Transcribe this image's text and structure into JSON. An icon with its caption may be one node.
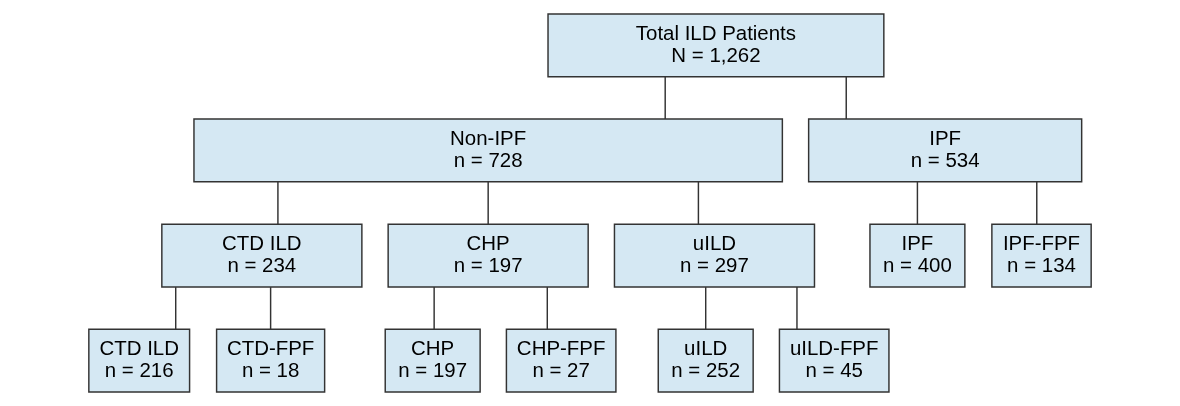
{
  "diagram": {
    "nodes": [
      {
        "text": [
          "Total ILD Patients",
          "N = 1,262"
        ]
      },
      {
        "text": [
          "Non-IPF",
          "n = 728"
        ]
      },
      {
        "text": [
          "IPF",
          "n = 534"
        ]
      },
      {
        "text": [
          "CTD ILD",
          "n = 234"
        ]
      },
      {
        "text": [
          "CHP",
          "n = 197"
        ]
      },
      {
        "text": [
          "uILD",
          "n = 297"
        ]
      },
      {
        "text": [
          "IPF",
          "n = 400"
        ]
      },
      {
        "text": [
          "IPF-FPF",
          "n = 134"
        ]
      },
      {
        "text": [
          "CTD ILD",
          "n = 216"
        ]
      },
      {
        "text": [
          "CTD-FPF",
          "n = 18"
        ]
      },
      {
        "text": [
          "CHP",
          "n = 197"
        ]
      },
      {
        "text": [
          "CHP-FPF",
          "n = 27"
        ]
      },
      {
        "text": [
          "uILD",
          "n = 252"
        ]
      },
      {
        "text": [
          "uILD-FPF",
          "n = 45"
        ]
      }
    ],
    "edges": [
      {
        "from": 0,
        "to": 1,
        "arrow": "none"
      },
      {
        "from": 0,
        "to": 2,
        "arrow": "none"
      },
      {
        "from": 1,
        "to": 3,
        "arrow": "none"
      },
      {
        "from": 1,
        "to": 4,
        "arrow": "none"
      },
      {
        "from": 1,
        "to": 5,
        "arrow": "none"
      },
      {
        "from": 2,
        "to": 6,
        "arrow": "none"
      },
      {
        "from": 2,
        "to": 7,
        "arrow": "none"
      },
      {
        "from": 3,
        "to": 8,
        "arrow": "none"
      },
      {
        "from": 3,
        "to": 9,
        "arrow": "none"
      },
      {
        "from": 4,
        "to": 10,
        "arrow": "none"
      },
      {
        "from": 4,
        "to": 11,
        "arrow": "none"
      },
      {
        "from": 5,
        "to": 12,
        "arrow": "none"
      },
      {
        "from": 5,
        "to": 13,
        "arrow": "none"
      }
    ]
  }
}
